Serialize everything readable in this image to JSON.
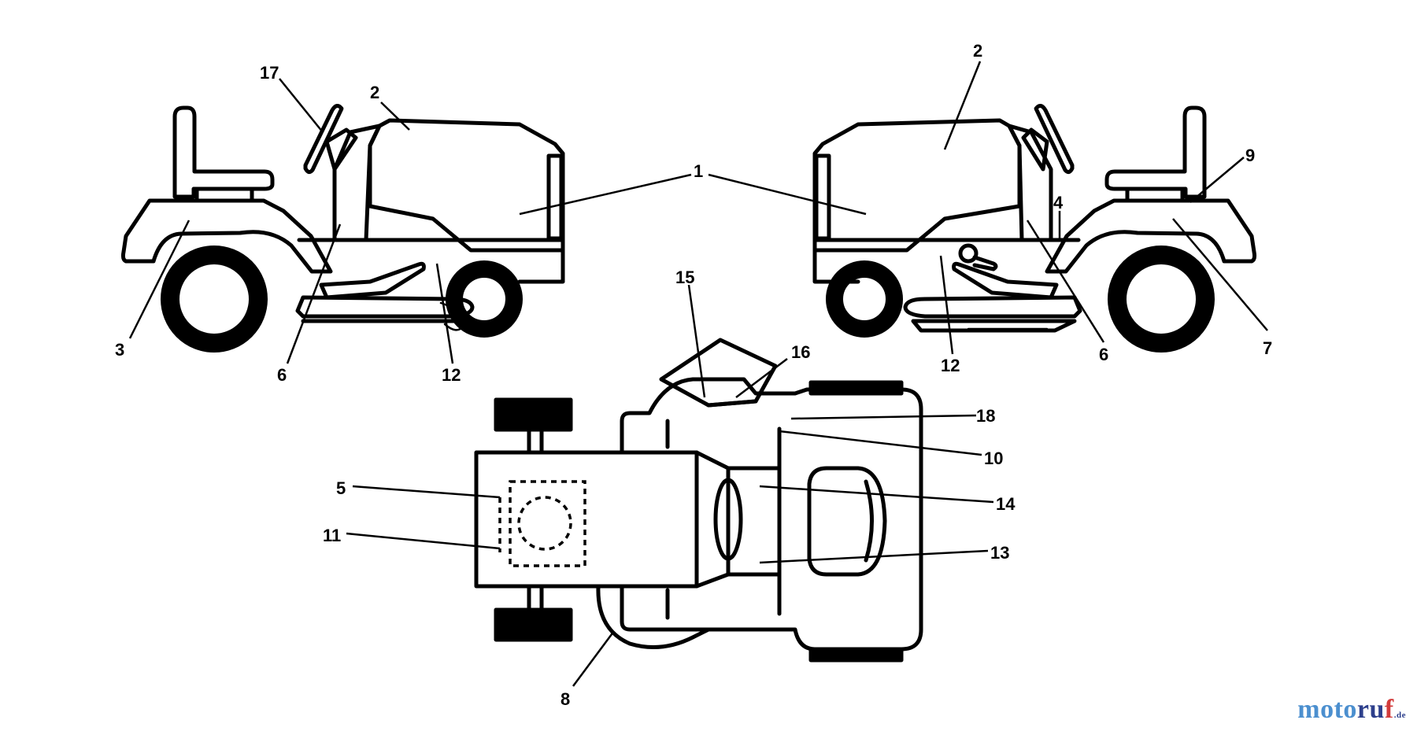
{
  "callouts": {
    "c1": "1",
    "c2_left": "2",
    "c2_right": "2",
    "c3": "3",
    "c4": "4",
    "c5": "5",
    "c6_left": "6",
    "c6_right": "6",
    "c7": "7",
    "c8": "8",
    "c9": "9",
    "c10": "10",
    "c11": "11",
    "c12_left": "12",
    "c12_right": "12",
    "c13": "13",
    "c14": "14",
    "c15": "15",
    "c16": "16",
    "c17": "17",
    "c18": "18"
  },
  "watermark": {
    "part_a": "moto",
    "part_b": "ru",
    "part_c": "f",
    "tld": ".de"
  },
  "colors": {
    "line": "#000000",
    "watermark_light": "#4b8fcf",
    "watermark_dark": "#2d3f8c",
    "watermark_red": "#d23b3b"
  }
}
